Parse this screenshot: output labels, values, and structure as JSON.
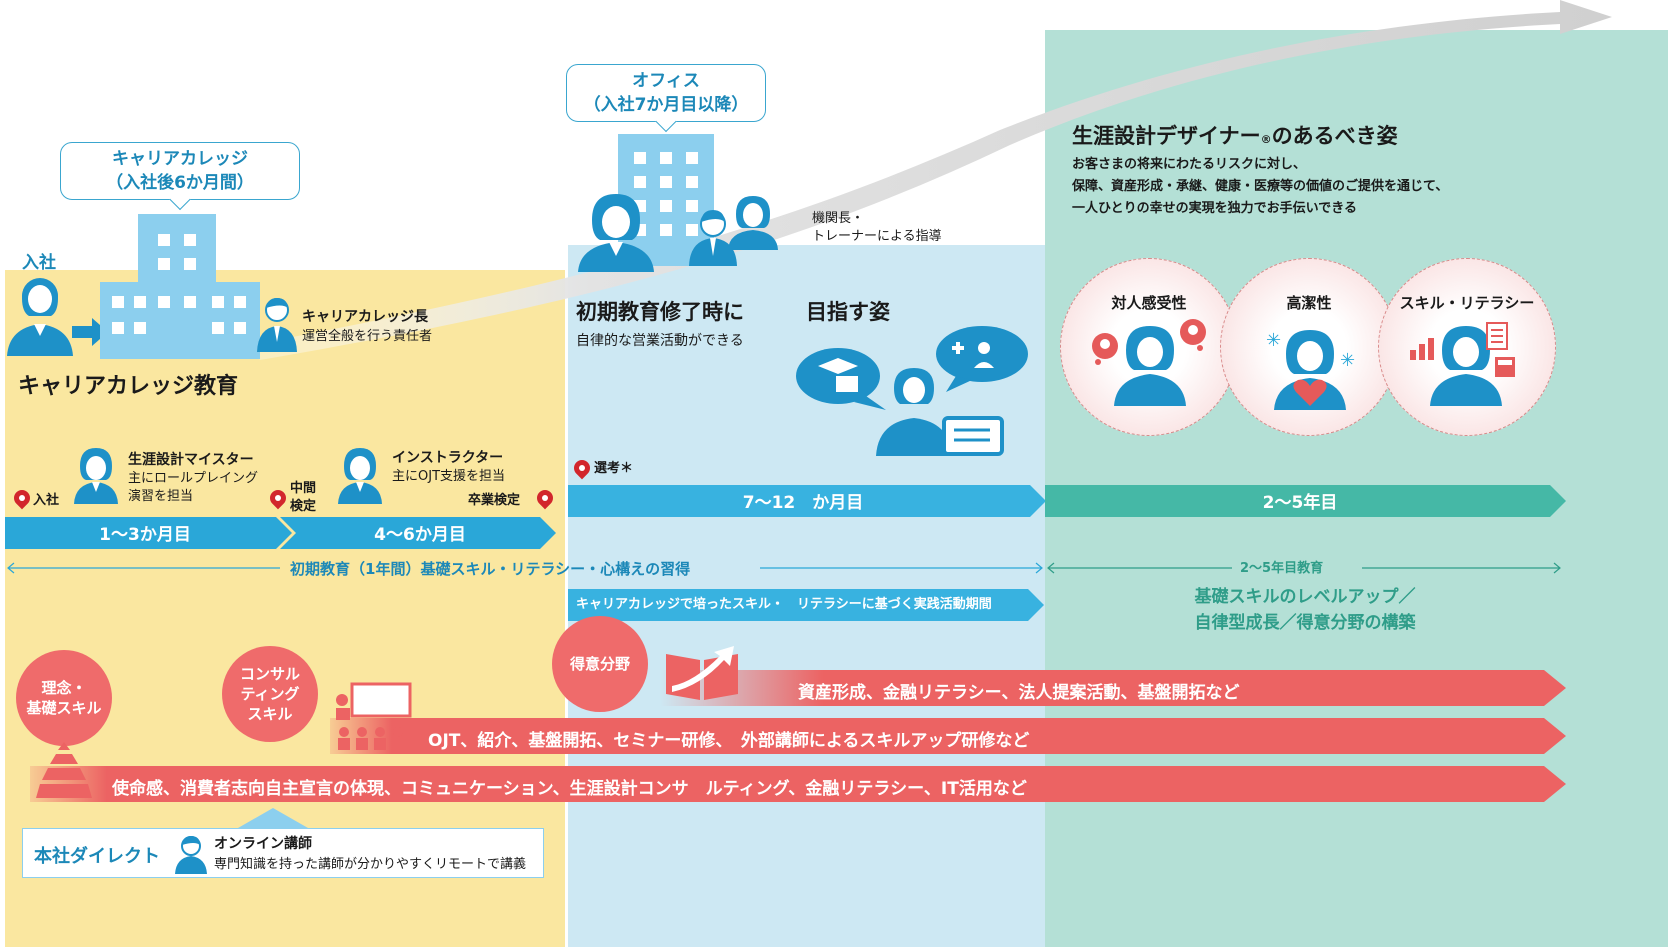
{
  "phases": {
    "college": {
      "callout_line1": "キャリアカレッジ",
      "callout_line2": "（入社後6か月間）",
      "join_label": "入社",
      "head_title": "キャリアカレッジ長",
      "head_desc": "運営全般を行う責任者",
      "title": "キャリアカレッジ教育",
      "meister_title": "生涯設計マイスター",
      "meister_desc1": "主にロールプレイング",
      "meister_desc2": "演習を担当",
      "instructor_title": "インストラクター",
      "instructor_desc": "主にOJT支援を担当",
      "pin_join": "入社",
      "pin_mid_line1": "中間",
      "pin_mid_line2": "検定",
      "pin_grad": "卒業検定",
      "bar1": "1〜3か月目",
      "bar2": "4〜6か月目"
    },
    "office": {
      "callout_line1": "オフィス",
      "callout_line2": "（入社7か月目以降）",
      "guidance1": "機関長・",
      "guidance2": "トレーナーによる指導",
      "goal_title1": "初期教育修了時に",
      "goal_title2": "目指す姿",
      "goal_desc": "自律的な営業活動ができる",
      "pin_select": "選考＊",
      "bar": "7〜12　か月目",
      "practice": "キャリアカレッジで培ったスキル・　リテラシーに基づく実践活動期間"
    },
    "designer": {
      "title": "生涯設計デザイナー",
      "registered": "®",
      "title_suffix": "のあるべき姿",
      "desc1": "お客さまの将来にわたるリスクに対し、",
      "desc2": "保障、資産形成・承継、健康・医療等の価値のご提供を通じて、",
      "desc3": "一人ひとりの幸せの実現を独力でお手伝いできる",
      "qualities": [
        "対人感受性",
        "高潔性",
        "スキル・リテラシー"
      ],
      "bar": "2〜5年目",
      "edu_label": "2〜5年目教育",
      "edu_desc1": "基礎スキルのレベルアップ／",
      "edu_desc2": "自律型成長／得意分野の構築"
    }
  },
  "initial_education": "初期教育（1年間）基礎スキル・リテラシー・心構えの習得",
  "circles": {
    "philosophy_line1": "理念・",
    "philosophy_line2": "基礎スキル",
    "consulting_line1": "コンサル",
    "consulting_line2": "ティング",
    "consulting_line3": "スキル",
    "specialty": "得意分野"
  },
  "arrows": {
    "row1": "資産形成、金融リテラシー、法人提案活動、基盤開拓など",
    "row2": "OJT、紹介、基盤開拓、セミナー研修、　外部講師によるスキルアップ研修など",
    "row3": "使命感、消費者志向自主宣言の体現、コミュニケーション、生涯設計コンサ　ルティング、金融リテラシー、IT活用など"
  },
  "direct": {
    "label": "本社ダイレクト",
    "title": "オンライン講師",
    "desc": "専門知識を持った講師が分かりやすくリモートで講義"
  },
  "colors": {
    "yellow_bg": "#fae7a0",
    "blue_bg": "#cde8f3",
    "teal_bg": "#b4e0d6",
    "blue_bar": "#2aa7d8",
    "teal_bar": "#45b8a6",
    "red_arrow": "#ec6363",
    "person_blue": "#1e91c8",
    "building_blue": "#8ccfee"
  }
}
